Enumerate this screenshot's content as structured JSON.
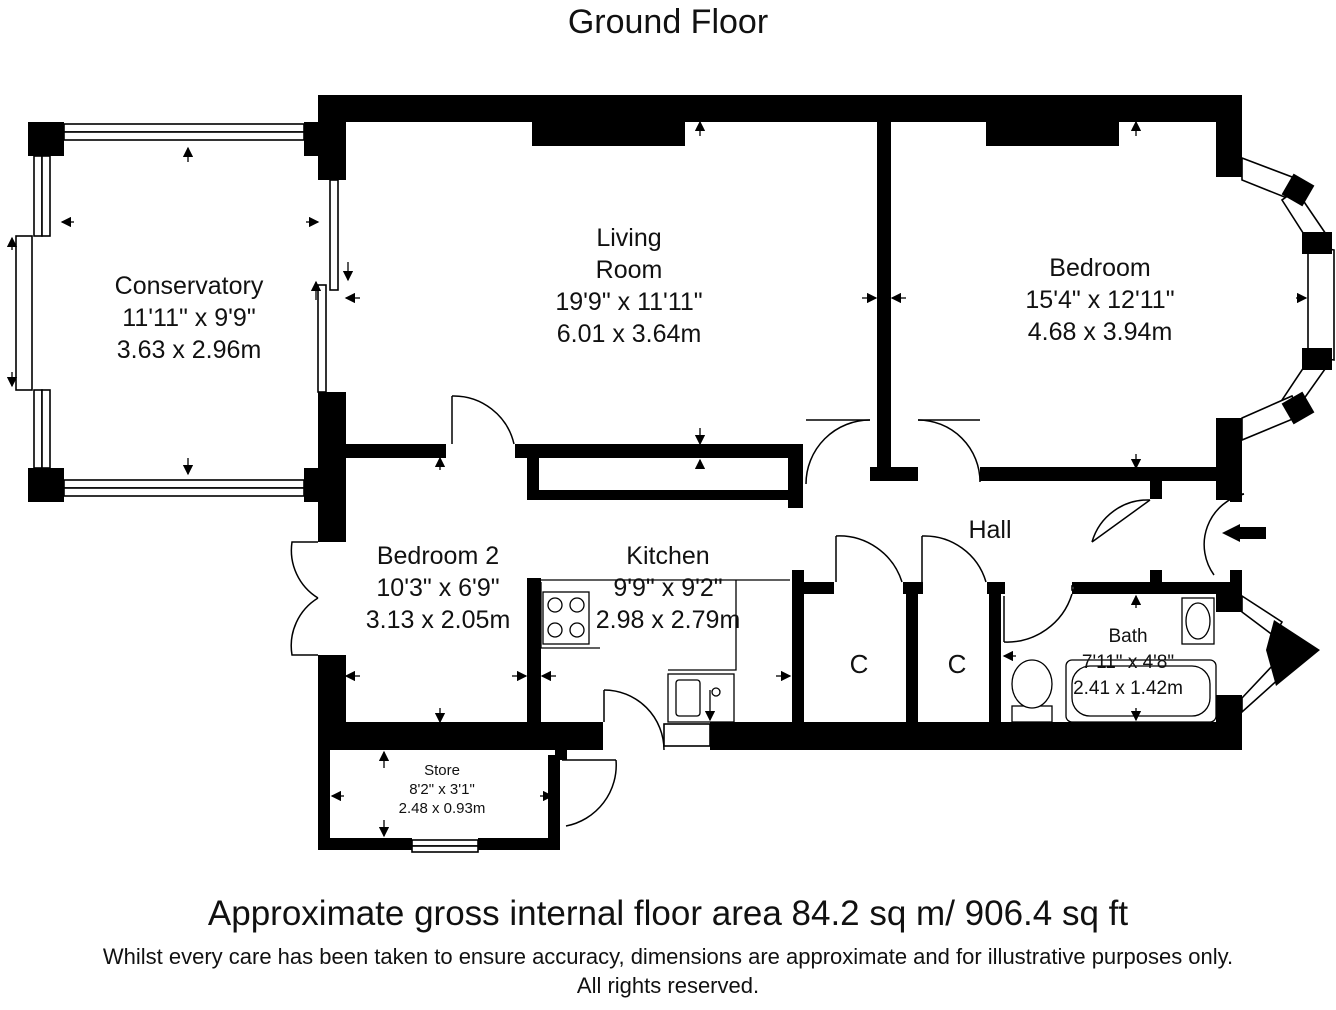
{
  "title": "Ground Floor",
  "rooms": {
    "conservatory": {
      "name": "Conservatory",
      "imperial": "11'11\" x 9'9\"",
      "metric": "3.63 x 2.96m"
    },
    "living": {
      "name_line1": "Living",
      "name_line2": "Room",
      "imperial": "19'9\" x 11'11\"",
      "metric": "6.01 x 3.64m"
    },
    "bedroom": {
      "name": "Bedroom",
      "imperial": "15'4\" x 12'11\"",
      "metric": "4.68 x 3.94m"
    },
    "bedroom2": {
      "name": "Bedroom 2",
      "imperial": "10'3\" x 6'9\"",
      "metric": "3.13 x 2.05m"
    },
    "kitchen": {
      "name": "Kitchen",
      "imperial": "9'9\" x 9'2\"",
      "metric": "2.98 x 2.79m"
    },
    "hall": {
      "name": "Hall"
    },
    "cupboard1": {
      "name": "C"
    },
    "cupboard2": {
      "name": "C"
    },
    "bath": {
      "name": "Bath",
      "imperial": "7'11\" x 4'8\"",
      "metric": "2.41 x 1.42m"
    },
    "store": {
      "name": "Store",
      "imperial": "8'2\" x 3'1\"",
      "metric": "2.48 x 0.93m"
    }
  },
  "footer": {
    "area": "Approximate gross internal floor area 84.2 sq m/ 906.4 sq ft",
    "disclaimer": "Whilst every care has been taken to ensure accuracy, dimensions are approximate and for illustrative purposes only.",
    "rights": "All rights reserved."
  }
}
